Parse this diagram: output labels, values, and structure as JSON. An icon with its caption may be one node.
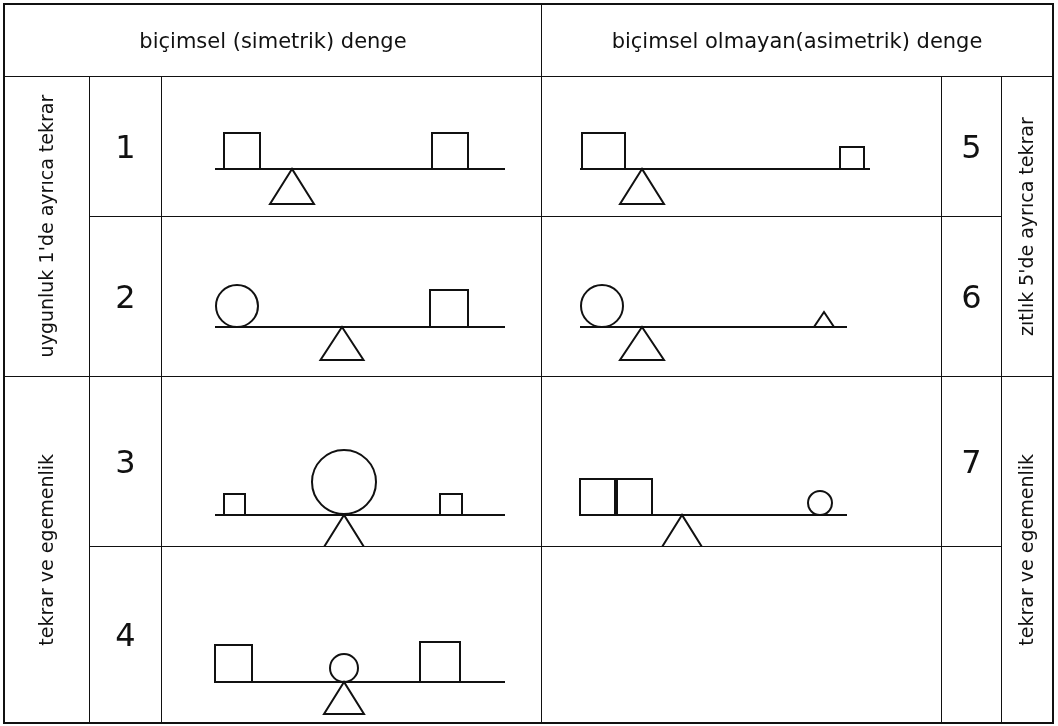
{
  "diagram": {
    "labels": [
      "biçimsel (simetrik) denge",
      "biçimsel olmayan(asimetrik) denge",
      "uygunluk",
      "1'de ayrıca tekrar",
      "1",
      "5",
      "zıtlık",
      "5'de ayrıca tekrar",
      "2",
      "6",
      "tekrar ve egemenlik",
      "3",
      "7",
      "tekrar ve egemenlik",
      "4"
    ]
  }
}
